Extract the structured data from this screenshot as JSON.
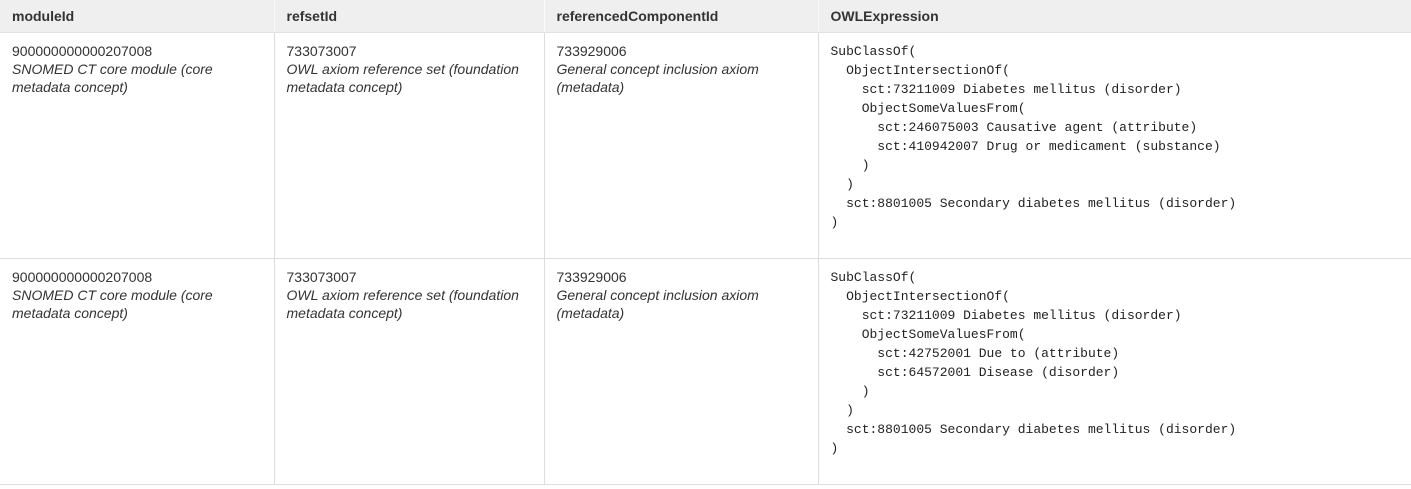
{
  "table": {
    "columns": [
      {
        "label": "moduleId"
      },
      {
        "label": "refsetId"
      },
      {
        "label": "referencedComponentId"
      },
      {
        "label": "OWLExpression"
      }
    ],
    "rows": [
      {
        "moduleId": {
          "id": "900000000000207008",
          "term": "SNOMED CT core module (core metadata concept)"
        },
        "refsetId": {
          "id": "733073007",
          "term": "OWL axiom reference set (foundation metadata concept)"
        },
        "referencedComponentId": {
          "id": "733929006",
          "term": "General concept inclusion axiom (metadata)"
        },
        "owlExpression": "SubClassOf(\n  ObjectIntersectionOf(\n    sct:73211009 Diabetes mellitus (disorder)\n    ObjectSomeValuesFrom(\n      sct:246075003 Causative agent (attribute)\n      sct:410942007 Drug or medicament (substance)\n    )\n  )\n  sct:8801005 Secondary diabetes mellitus (disorder)\n)"
      },
      {
        "moduleId": {
          "id": "900000000000207008",
          "term": "SNOMED CT core module (core metadata concept)"
        },
        "refsetId": {
          "id": "733073007",
          "term": "OWL axiom reference set (foundation metadata concept)"
        },
        "referencedComponentId": {
          "id": "733929006",
          "term": "General concept inclusion axiom (metadata)"
        },
        "owlExpression": "SubClassOf(\n  ObjectIntersectionOf(\n    sct:73211009 Diabetes mellitus (disorder)\n    ObjectSomeValuesFrom(\n      sct:42752001 Due to (attribute)\n      sct:64572001 Disease (disorder)\n    )\n  )\n  sct:8801005 Secondary diabetes mellitus (disorder)\n)"
      }
    ]
  },
  "colors": {
    "header_bg": "#efefef",
    "border": "#dddddd",
    "text": "#333333",
    "code_text": "#222222"
  }
}
